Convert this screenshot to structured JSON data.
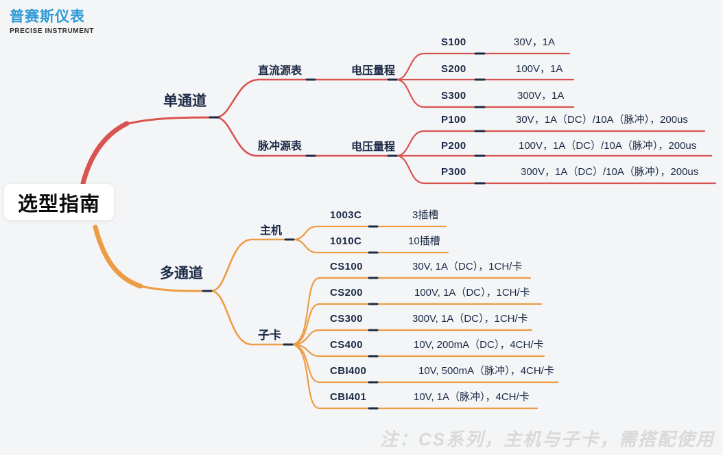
{
  "logo": {
    "title": "普赛斯仪表",
    "subtitle": "PRECISE INSTRUMENT"
  },
  "root": {
    "label": "选型指南"
  },
  "tree": {
    "single_channel": {
      "label": "单通道",
      "dc_source": {
        "label": "直流源表",
        "range_label": "电压量程",
        "models": [
          {
            "name": "S100",
            "spec": "30V，1A"
          },
          {
            "name": "S200",
            "spec": "100V，1A"
          },
          {
            "name": "S300",
            "spec": "300V，1A"
          }
        ]
      },
      "pulse_source": {
        "label": "脉冲源表",
        "range_label": "电压量程",
        "models": [
          {
            "name": "P100",
            "spec": "30V，1A（DC）/10A（脉冲），200us"
          },
          {
            "name": "P200",
            "spec": "100V，1A（DC）/10A（脉冲），200us"
          },
          {
            "name": "P300",
            "spec": "300V，1A（DC）/10A（脉冲），200us"
          }
        ]
      }
    },
    "multi_channel": {
      "label": "多通道",
      "host": {
        "label": "主机",
        "models": [
          {
            "name": "1003C",
            "spec": "3插槽"
          },
          {
            "name": "1010C",
            "spec": "10插槽"
          }
        ]
      },
      "card": {
        "label": "子卡",
        "models": [
          {
            "name": "CS100",
            "spec": "30V, 1A（DC），1CH/卡"
          },
          {
            "name": "CS200",
            "spec": "100V, 1A（DC），1CH/卡"
          },
          {
            "name": "CS300",
            "spec": "300V, 1A（DC），1CH/卡"
          },
          {
            "name": "CS400",
            "spec": "10V, 200mA（DC），4CH/卡"
          },
          {
            "name": "CBI400",
            "spec": "10V, 500mA（脉冲），4CH/卡"
          },
          {
            "name": "CBI401",
            "spec": "10V, 1A（脉冲），4CH/卡"
          }
        ]
      }
    }
  },
  "note": "注：CS系列，主机与子卡，需搭配使用",
  "colors": {
    "single_channel_branch": "#d85450",
    "multi_channel_branch": "#ec9c44",
    "text": "#1c2a47",
    "connector_dash": "#1e2a44",
    "background": "#f4f5f6",
    "logo_blue": "#2e9bd6",
    "note_gray": "#d9d9d9"
  }
}
